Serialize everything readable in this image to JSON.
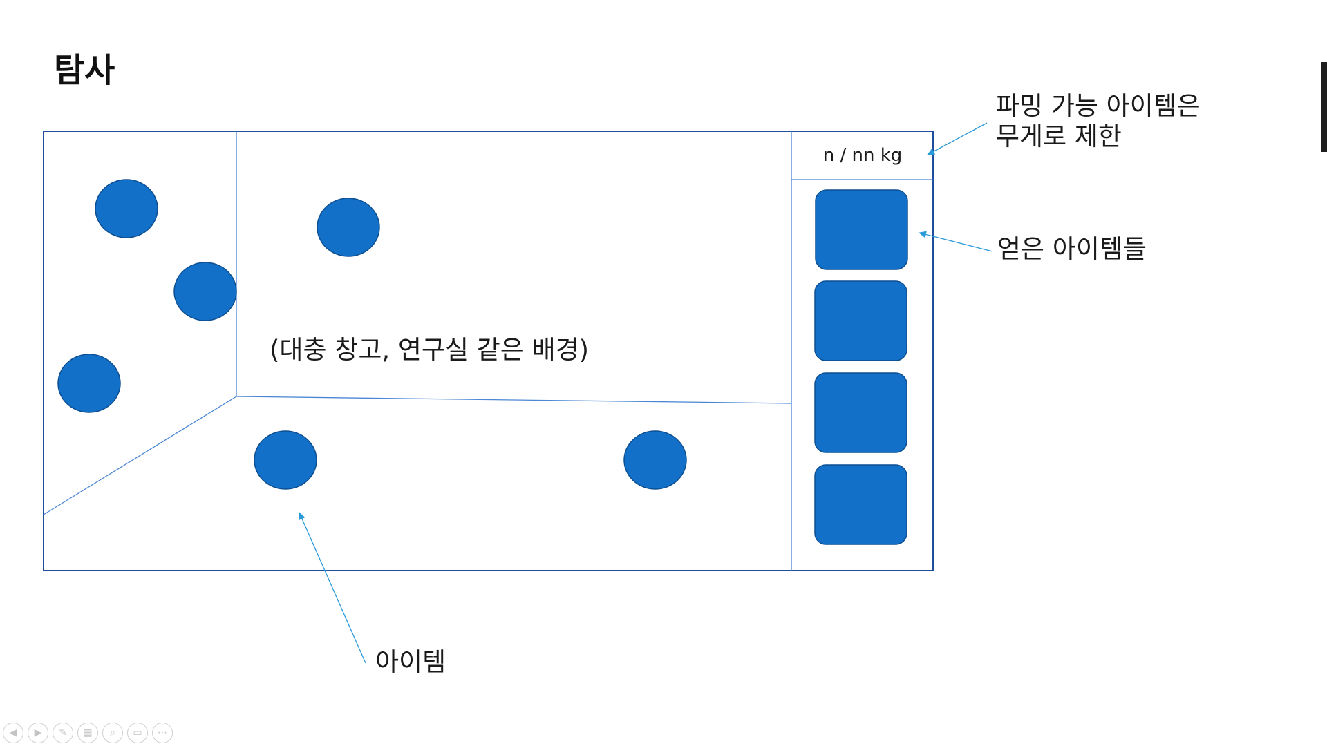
{
  "slide": {
    "title": "탐사"
  },
  "inventory": {
    "weight_text": "n / nn kg",
    "slot_count": 4
  },
  "annotations": {
    "weight_limit_line1": "파밍 가능 아이템은",
    "weight_limit_line2": "무게로 제한",
    "obtained_items": "얻은 아이템들",
    "background_note": "(대충 창고, 연구실 같은 배경)",
    "item": "아이템"
  },
  "colors": {
    "frame_stroke": "#1f4e9c",
    "thin_line": "#4a86d4",
    "item_fill": "#1270c8",
    "item_stroke": "#0d4f91",
    "arrow": "#2a9ad8"
  },
  "toolbar": {
    "buttons": [
      {
        "name": "prev-icon",
        "glyph": "◀"
      },
      {
        "name": "next-icon",
        "glyph": "▶"
      },
      {
        "name": "pen-icon",
        "glyph": "✎"
      },
      {
        "name": "slides-icon",
        "glyph": "▦"
      },
      {
        "name": "zoom-icon",
        "glyph": "⌕"
      },
      {
        "name": "subtitles-icon",
        "glyph": "▭"
      },
      {
        "name": "more-icon",
        "glyph": "⋯"
      }
    ]
  }
}
